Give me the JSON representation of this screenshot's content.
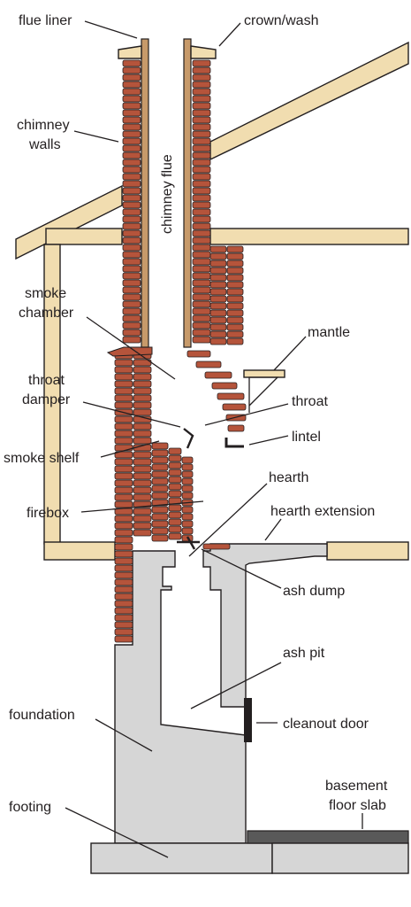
{
  "labels": {
    "flue_liner": "flue liner",
    "crown_wash": "crown/wash",
    "chimney_walls_1": "chimney",
    "chimney_walls_2": "walls",
    "chimney_flue": "chimney flue",
    "smoke_chamber_1": "smoke",
    "smoke_chamber_2": "chamber",
    "mantle": "mantle",
    "throat_damper_1": "throat",
    "throat_damper_2": "damper",
    "throat": "throat",
    "lintel": "lintel",
    "smoke_shelf": "smoke shelf",
    "hearth": "hearth",
    "hearth_extension": "hearth extension",
    "firebox": "firebox",
    "ash_dump": "ash dump",
    "ash_pit": "ash pit",
    "foundation": "foundation",
    "cleanout_door": "cleanout door",
    "basement_floor_slab_1": "basement",
    "basement_floor_slab_2": "floor slab",
    "footing": "footing"
  },
  "colors": {
    "brick": "#b5543b",
    "wood": "#f1ddb0",
    "concrete": "#d6d6d6",
    "slab": "#595959",
    "ink": "#231f20"
  }
}
